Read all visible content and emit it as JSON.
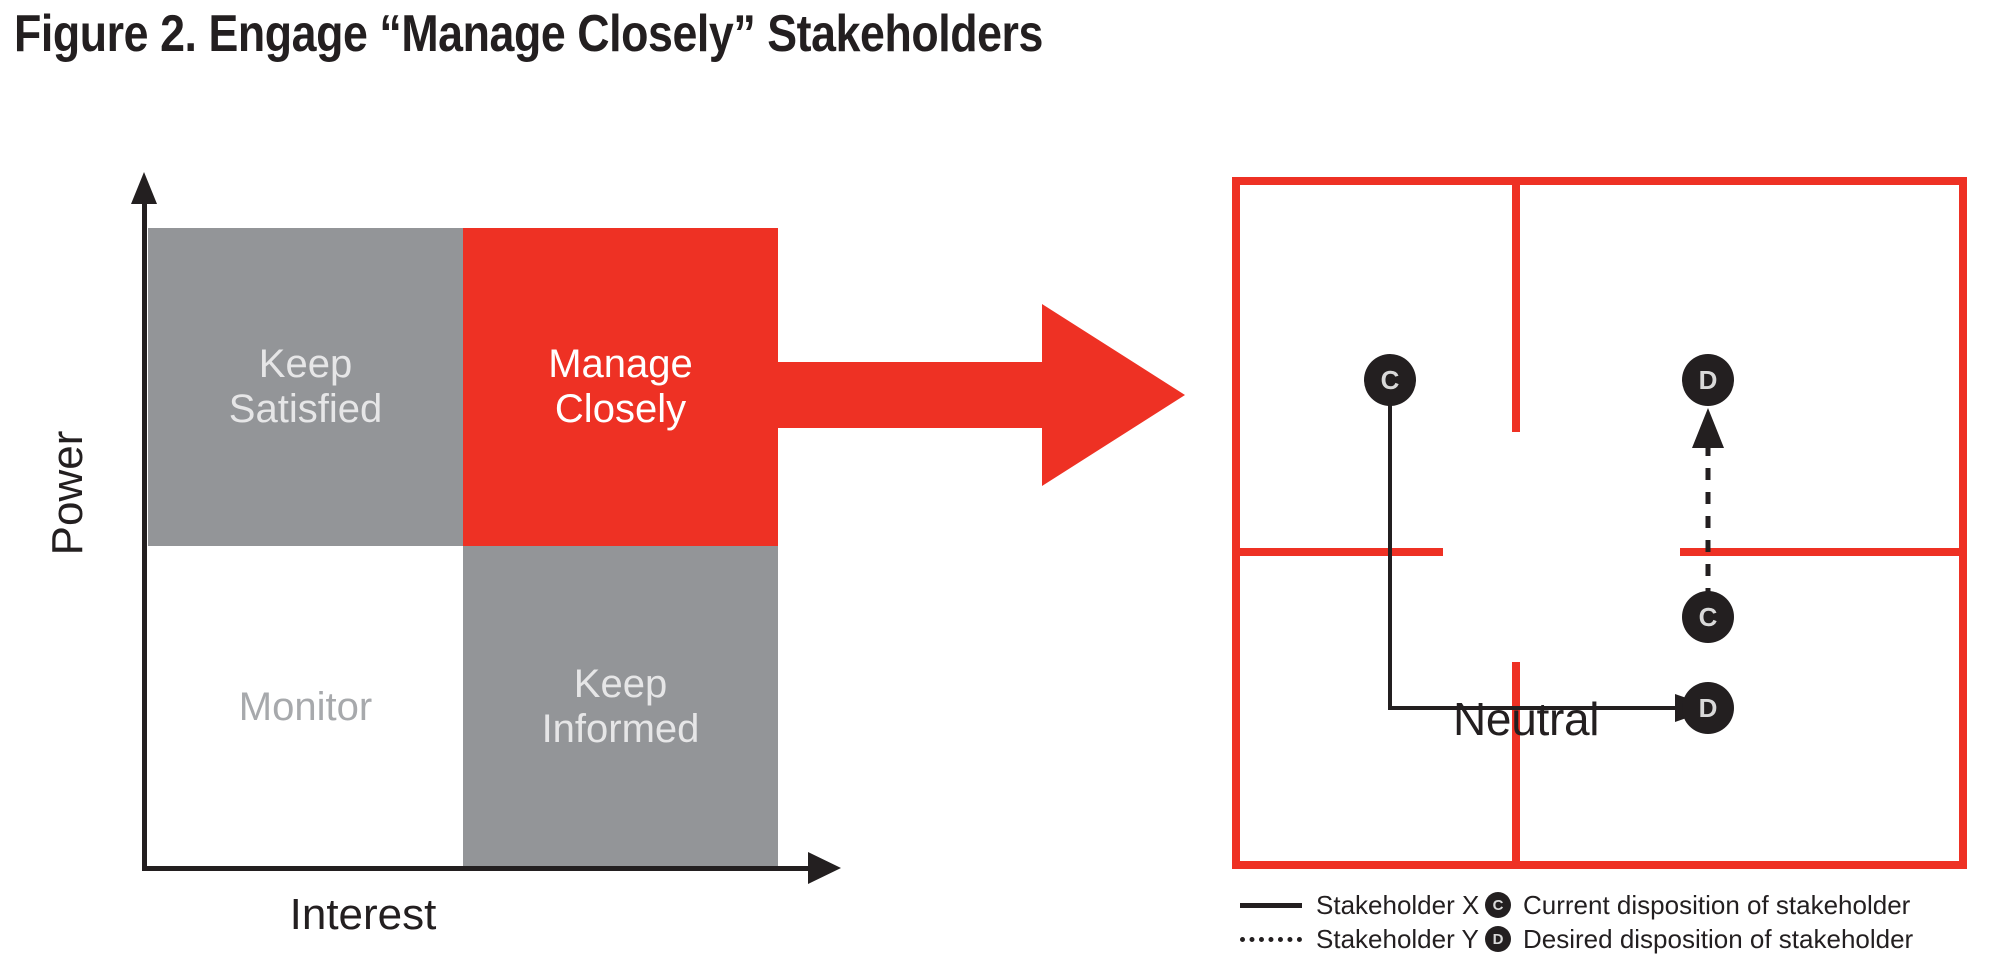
{
  "title": "Figure 2. Engage “Manage Closely” Stakeholders",
  "colors": {
    "red": "#ee3124",
    "gray": "#939598",
    "gray_text": "#a7a9ac",
    "dark": "#231f20",
    "white": "#ffffff",
    "marker_text": "#d9d9d9"
  },
  "matrix": {
    "y_axis_label": "Power",
    "x_axis_label": "Interest",
    "quadrants": [
      {
        "name": "keep-satisfied",
        "label": "Keep\nSatisfied",
        "fill": "#939598",
        "text_color": "#e6e6e7",
        "position": "top-left"
      },
      {
        "name": "manage-closely",
        "label": "Manage\nClosely",
        "fill": "#ee3124",
        "text_color": "#ffffff",
        "position": "top-right",
        "highlighted": true
      },
      {
        "name": "monitor",
        "label": "Monitor",
        "fill": "#ffffff",
        "text_color": "#a7a9ac",
        "position": "bottom-left"
      },
      {
        "name": "keep-informed",
        "label": "Keep\nInformed",
        "fill": "#939598",
        "text_color": "#e6e6e7",
        "position": "bottom-right"
      }
    ]
  },
  "transition_arrow": {
    "direction": "right",
    "color": "#ee3124"
  },
  "disposition": {
    "center_label": "Neutral",
    "grid_color": "#ee3124",
    "markers": [
      {
        "name": "stakeholder-x-current",
        "letter": "C",
        "stakeholder": "X",
        "quadrant": "upper-left"
      },
      {
        "name": "stakeholder-x-desired",
        "letter": "D",
        "stakeholder": "X",
        "quadrant": "lower-right"
      },
      {
        "name": "stakeholder-y-current",
        "letter": "C",
        "stakeholder": "Y",
        "quadrant": "lower-right"
      },
      {
        "name": "stakeholder-y-desired",
        "letter": "D",
        "stakeholder": "Y",
        "quadrant": "upper-right"
      }
    ],
    "paths": [
      {
        "name": "stakeholder-x-path",
        "style": "solid",
        "from": "C upper-left",
        "to": "D lower-right"
      },
      {
        "name": "stakeholder-y-path",
        "style": "dotted",
        "from": "C lower-right",
        "to": "D upper-right"
      }
    ]
  },
  "legend": {
    "items": [
      {
        "name": "stakeholder-x",
        "swatch": "solid-line",
        "label": "Stakeholder X"
      },
      {
        "name": "stakeholder-y",
        "swatch": "dotted-line",
        "label": "Stakeholder Y"
      },
      {
        "name": "current",
        "swatch": "marker-c",
        "marker": "C",
        "label": "Current disposition of stakeholder"
      },
      {
        "name": "desired",
        "swatch": "marker-d",
        "marker": "D",
        "label": "Desired disposition of stakeholder"
      }
    ]
  }
}
